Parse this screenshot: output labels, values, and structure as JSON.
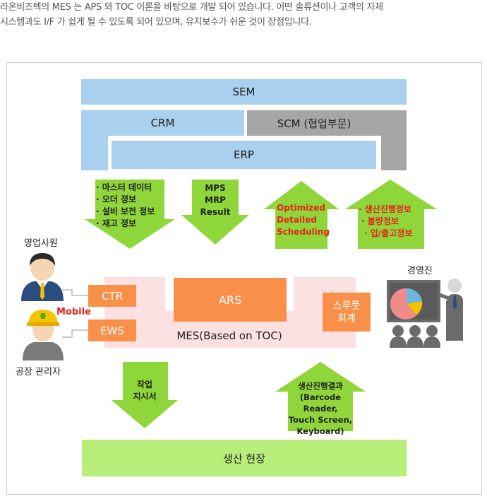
{
  "intro": {
    "line1": "라온비즈텍의 MES 는 APS 와 TOC 이론을 바탕으로 개발 되어 있습니다. 어떤 솔류션이나 고객의 자체",
    "line2": "시스템과도 I/F 가 쉽게 될 수 있도록 되어 있으며, 유지보수가 쉬운 것이 장점입니다."
  },
  "blocks": {
    "sem": "SEM",
    "crm": "CRM",
    "scm": "SCM (협업부문)",
    "erp": "ERP",
    "mes": "MES(Based on TOC)",
    "ars": "ARS",
    "ctr": "CTR",
    "ews": "EWS",
    "srp": "스루풋\n회계",
    "field": "생산 현장"
  },
  "arrows": {
    "master": [
      "· 마스터 데이터",
      "· 오더 정보",
      "· 설비 보전 정보",
      "· 재고 정보"
    ],
    "mps": [
      "MPS",
      "MRP",
      "Result"
    ],
    "optimized": [
      "Optimized",
      "Detailed",
      "Scheduling"
    ],
    "production": [
      "· 생산진행정보",
      "· 불량정보",
      "· 입/출고정보"
    ],
    "work": [
      "작업",
      "지시서"
    ],
    "result": [
      "생산진행결과",
      "(Barcode Reader,",
      "Touch Screen,",
      "Keyboard)"
    ]
  },
  "people": {
    "sales": "영업사원",
    "mobile": "Mobile",
    "factory": "공장 관리자",
    "exec": "경영진"
  },
  "colors": {
    "blue": "#a9d0ee",
    "gray": "#a6a6a6",
    "orange": "#f9904a",
    "pink": "#fde0e2",
    "green_arrow": "#8fd63a",
    "green_field": "#b7ef7a",
    "red_text": "#e8231d"
  }
}
